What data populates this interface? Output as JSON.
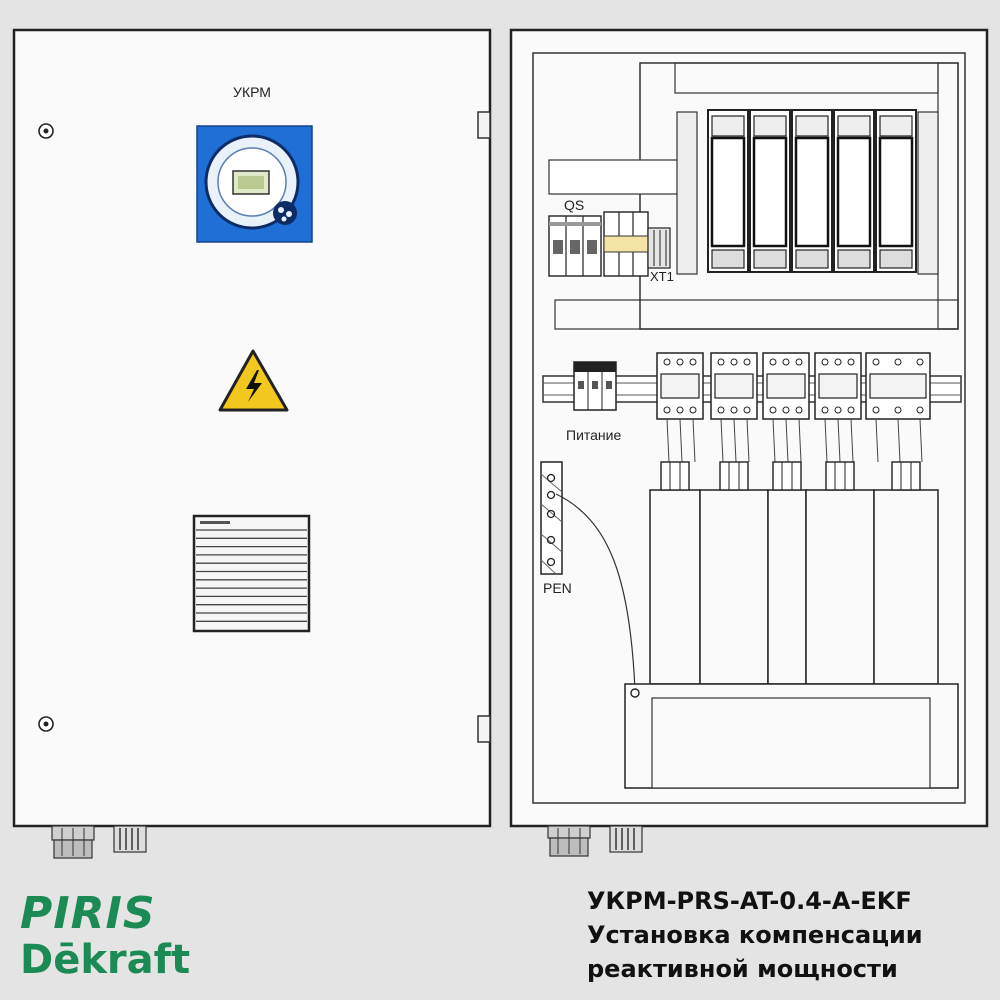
{
  "front_panel": {
    "title": "УКРМ"
  },
  "interior": {
    "labels": {
      "qs": "QS",
      "xt": "XT1",
      "power": "Питание",
      "pen": "PEN"
    }
  },
  "brand": {
    "line1": "PIRIS",
    "line2": "Dēkraft"
  },
  "caption": {
    "line1": "УКРМ-PRS-AT-0.4-A-EKF",
    "line2": "Установка компенсации",
    "line3": "реактивной мощности"
  },
  "colors": {
    "background": "#e4e4e4",
    "panel": "#fafafa",
    "brand": "#1c8a55",
    "controller_blue": "#1f6fd6",
    "warning_yellow": "#f2c81e"
  },
  "icons": {
    "warning": "high-voltage-warning-icon"
  }
}
